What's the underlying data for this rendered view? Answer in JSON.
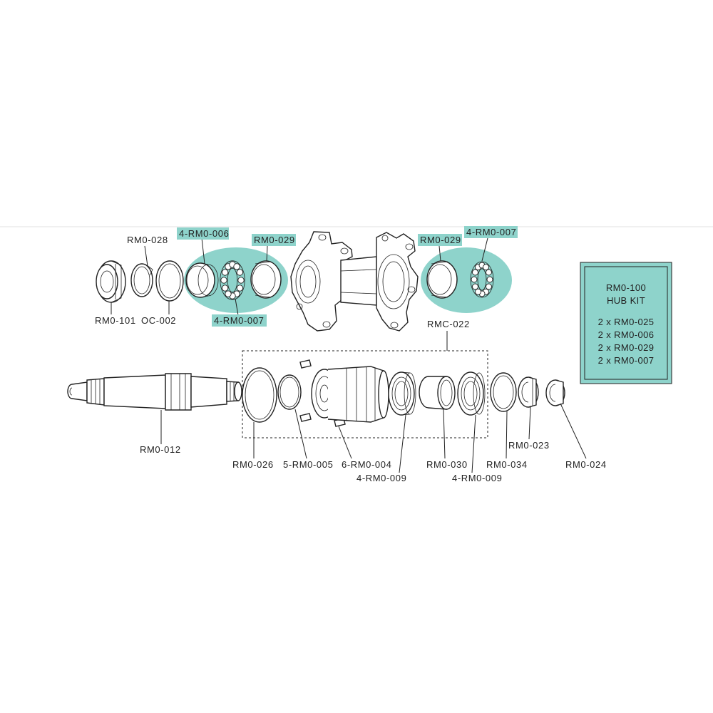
{
  "colors": {
    "highlight": "#8ed3cb",
    "line": "#222222",
    "background": "#ffffff",
    "kit_box": "#8ed3cb"
  },
  "labels": {
    "rm0_028": "RM0-028",
    "rm0_101": "RM0-101",
    "oc_002": "OC-002",
    "rm0_006_4": "4-RM0-006",
    "rm0_029_left": "RM0-029",
    "rm0_007_left": "4-RM0-007",
    "rm0_029_right": "RM0-029",
    "rm0_007_right": "4-RM0-007",
    "rmc_022": "RMC-022",
    "rm0_012": "RM0-012",
    "rm0_026": "RM0-026",
    "rm0_005_5": "5-RM0-005",
    "rm0_004_6": "6-RM0-004",
    "rm0_009_left": "4-RM0-009",
    "rm0_030": "RM0-030",
    "rm0_009_right": "4-RM0-009",
    "rm0_034": "RM0-034",
    "rm0_023": "RM0-023",
    "rm0_024": "RM0-024"
  },
  "kit": {
    "code": "RM0-100",
    "name": "HUB KIT",
    "items": [
      "2 x RM0-025",
      "2 x RM0-006",
      "2 x RM0-029",
      "2 x RM0-007"
    ]
  },
  "icons": [
    "bearing-icon",
    "hub-shell-icon",
    "axle-icon",
    "freehub-body-icon",
    "pawl-icon",
    "spring-icon",
    "end-cap-icon",
    "seal-ring-icon"
  ]
}
